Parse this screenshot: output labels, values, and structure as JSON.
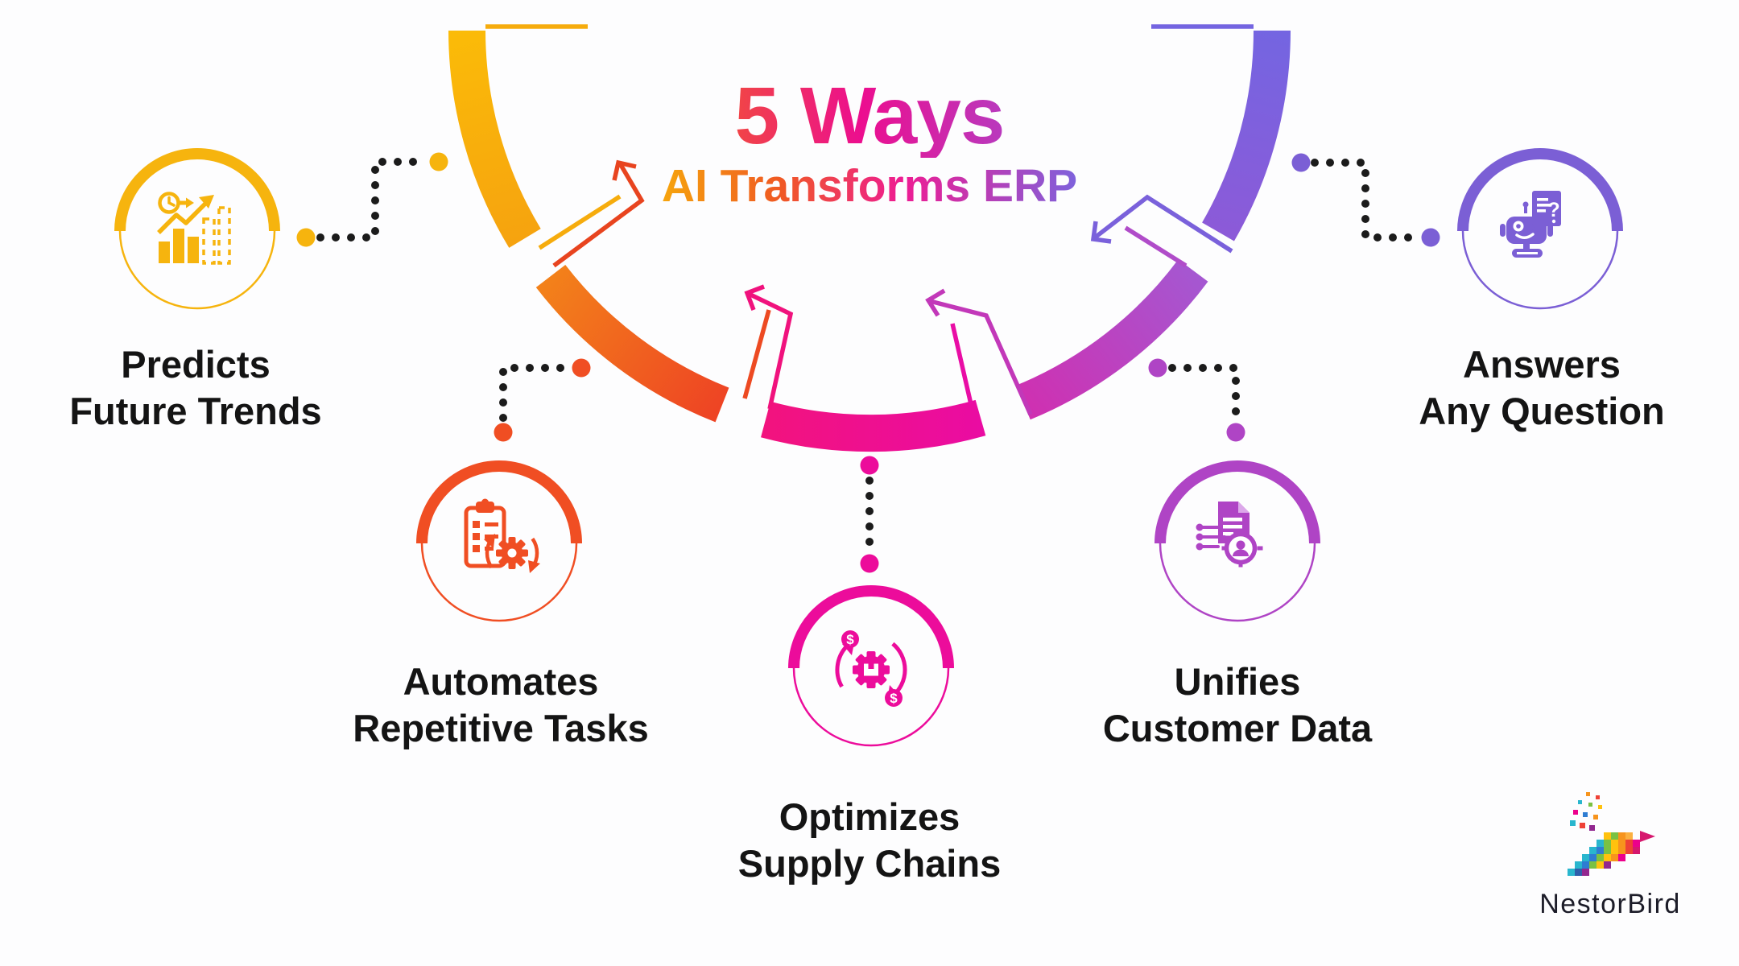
{
  "title": {
    "heading": "5 Ways",
    "subheading": "AI Transforms ERP"
  },
  "items": [
    {
      "id": "predicts",
      "line1": "Predicts",
      "line2": "Future Trends",
      "color": "#F6B40E",
      "icon": "forecast-chart-icon"
    },
    {
      "id": "automates",
      "line1": "Automates",
      "line2": "Repetitive Tasks",
      "color": "#F04E23",
      "icon": "clipboard-gear-icon"
    },
    {
      "id": "optimizes",
      "line1": "Optimizes",
      "line2": "Supply Chains",
      "color": "#EC0C9B",
      "icon": "supply-cycle-icon"
    },
    {
      "id": "unifies",
      "line1": "Unifies",
      "line2": "Customer Data",
      "color": "#AF44C5",
      "icon": "document-customer-icon"
    },
    {
      "id": "answers",
      "line1": "Answers",
      "line2": "Any Question",
      "color": "#7B5FD5",
      "icon": "chatbot-question-icon"
    }
  ],
  "icon_glyphs": {
    "dollar": "$",
    "question": "?"
  },
  "brand": {
    "name": "NestorBird"
  },
  "colors": {
    "arc_yellow": "#F6B40E",
    "arc_orange": "#F04E23",
    "arc_pink": "#EC0C9B",
    "arc_orchid": "#AF44C5",
    "arc_purple": "#7B5FD5",
    "connector_dot": "#1B1B1B",
    "label_text": "#141414"
  }
}
